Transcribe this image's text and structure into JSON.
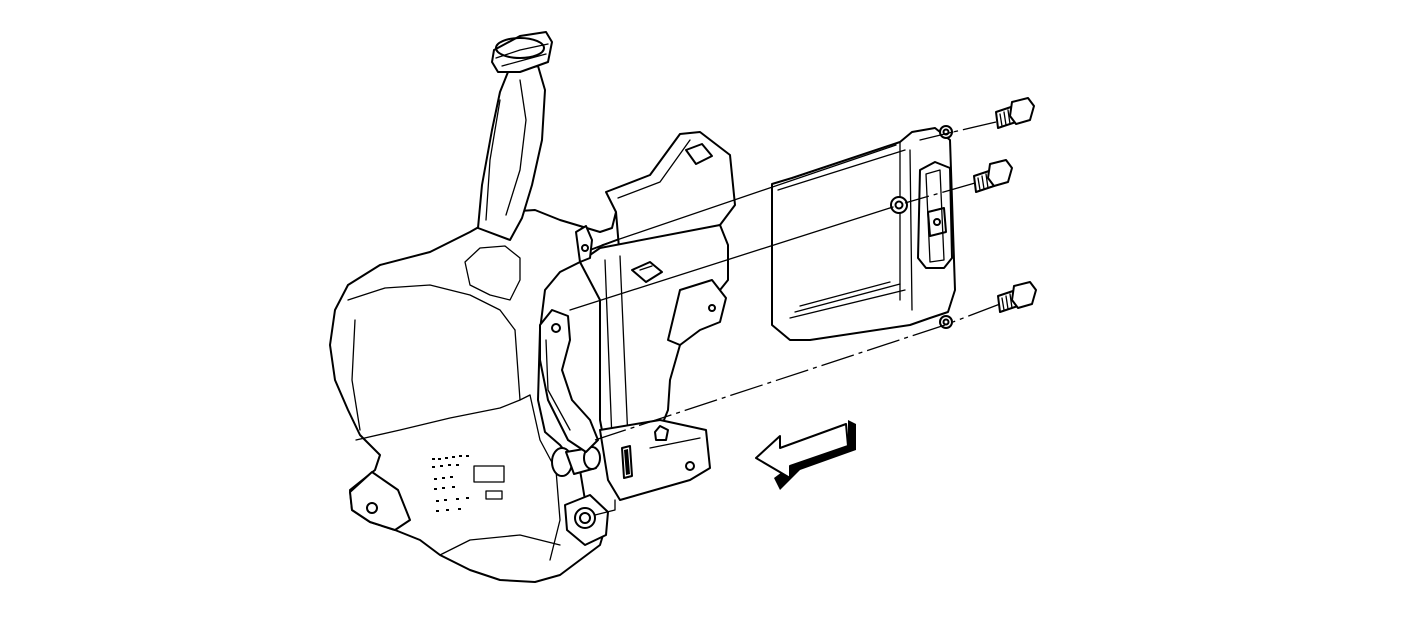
{
  "diagram": {
    "parts": [
      {
        "name": "washer-fluid-reservoir"
      },
      {
        "name": "reservoir-filler-neck"
      },
      {
        "name": "mounting-bracket"
      },
      {
        "name": "cover-plate"
      },
      {
        "name": "bolt-upper"
      },
      {
        "name": "bolt-middle"
      },
      {
        "name": "bolt-lower"
      }
    ],
    "direction_arrow": "install-direction-arrow"
  }
}
